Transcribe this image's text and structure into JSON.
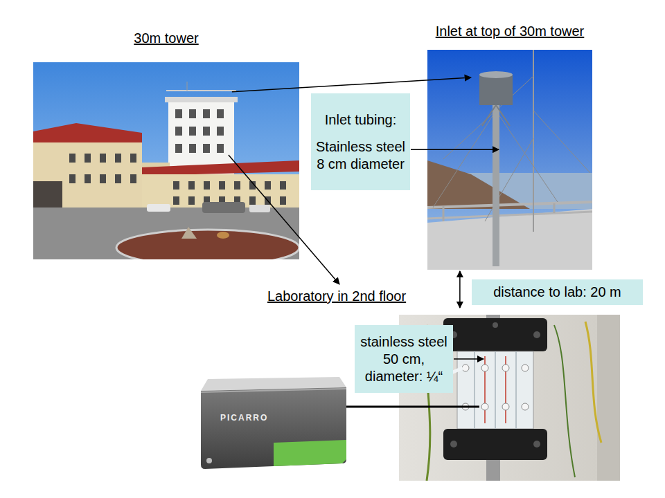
{
  "diagram": {
    "nodes": [
      {
        "text": [
          "30m tower"
        ]
      },
      {
        "text": [
          "Inlet at top of 30m tower"
        ]
      },
      {
        "text": [
          "Inlet tubing:",
          "Stainless steel 8 cm diameter"
        ]
      },
      {
        "text": [
          "Laboratory in 2nd floor"
        ]
      },
      {
        "text": [
          "distance to lab: 20 m"
        ]
      },
      {
        "text": [
          "stainless steel 50 cm, diameter: ¼“"
        ]
      }
    ],
    "edges": [
      {
        "from": 0,
        "to": 1,
        "arrow": "to"
      },
      {
        "from": 2,
        "to": 1,
        "arrow": "to"
      },
      {
        "from": 0,
        "to": 3,
        "arrow": "to"
      },
      {
        "from": 1,
        "to": 3,
        "arrow": "both"
      },
      {
        "from": 5,
        "to": 3,
        "arrow": "to"
      }
    ],
    "labels": [
      "PICARRO"
    ]
  }
}
